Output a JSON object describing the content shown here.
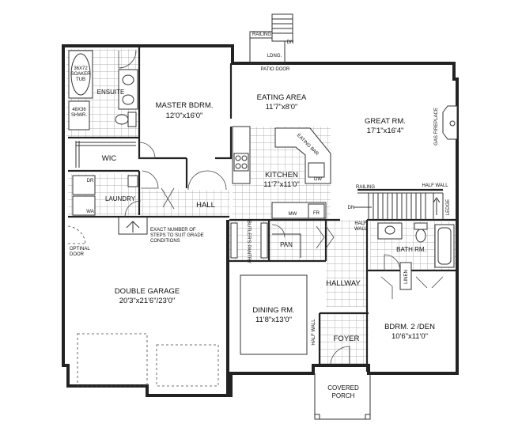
{
  "rooms": {
    "ensuite": {
      "name": "ENSUITE"
    },
    "soaker_tub": {
      "line1": "36X72",
      "line2": "SOAKER",
      "line3": "TUB"
    },
    "shower": {
      "line1": "48X36",
      "line2": "SHWR."
    },
    "master": {
      "name": "MASTER BDRM.",
      "dims": "12'0\"x16'0\""
    },
    "wic": {
      "name": "WIC"
    },
    "laundry": {
      "name": "LAUNDRY",
      "dr": "DR",
      "wa": "WA"
    },
    "hall": {
      "name": "HALL"
    },
    "eating": {
      "name": "EATING AREA",
      "dims": "11'7\"x8'0\""
    },
    "great": {
      "name": "GREAT RM.",
      "dims": "17'1\"x16'4\""
    },
    "kitchen": {
      "name": "KITCHEN",
      "dims": "11'7\"x11'0\""
    },
    "eating_bar": {
      "name": "EATING BAR"
    },
    "dw": {
      "name": "DW"
    },
    "mw": {
      "name": "MW"
    },
    "fr": {
      "name": "FR"
    },
    "pantry": {
      "name": "PAN"
    },
    "butlers_pantry": {
      "name": "BUTLER'S PANTRY"
    },
    "garage": {
      "name": "DOUBLE GARAGE",
      "dims": "20'3\"x21'6\"/23'0\""
    },
    "dining": {
      "name": "DINING RM.",
      "dims": "11'8\"x13'0\""
    },
    "hallway": {
      "name": "HALLWAY"
    },
    "bath": {
      "name": "BATH RM."
    },
    "linen": {
      "name": "LINEN"
    },
    "bdrm2": {
      "name": "BDRM. 2 /DEN",
      "dims": "10'6\"x11'0\""
    },
    "foyer": {
      "name": "FOYER"
    },
    "porch": {
      "line1": "COVERED",
      "line2": "PORCH"
    }
  },
  "notes": {
    "railing_top": "RAILING",
    "dn_top": "DN",
    "landing": "LDNG.",
    "patio_door": "PATIO DOOR",
    "gas_fireplace": "GAS FIREPLACE",
    "railing_stair": "RAILING",
    "half_wall_top": "HALF WALL",
    "dn_stair": "DN",
    "half_wall_left_1": "HALF",
    "half_wall_left_2": "WALL",
    "ledge": "LEDGE",
    "steps_1": "EXACT NUMBER OF",
    "steps_2": "STEPS TO SUIT GRADE",
    "steps_3": "CONDITIONS",
    "optional_door_1": "OPTINAL",
    "optional_door_2": "DOOR",
    "half_wall_foyer": "HALF WALL"
  }
}
